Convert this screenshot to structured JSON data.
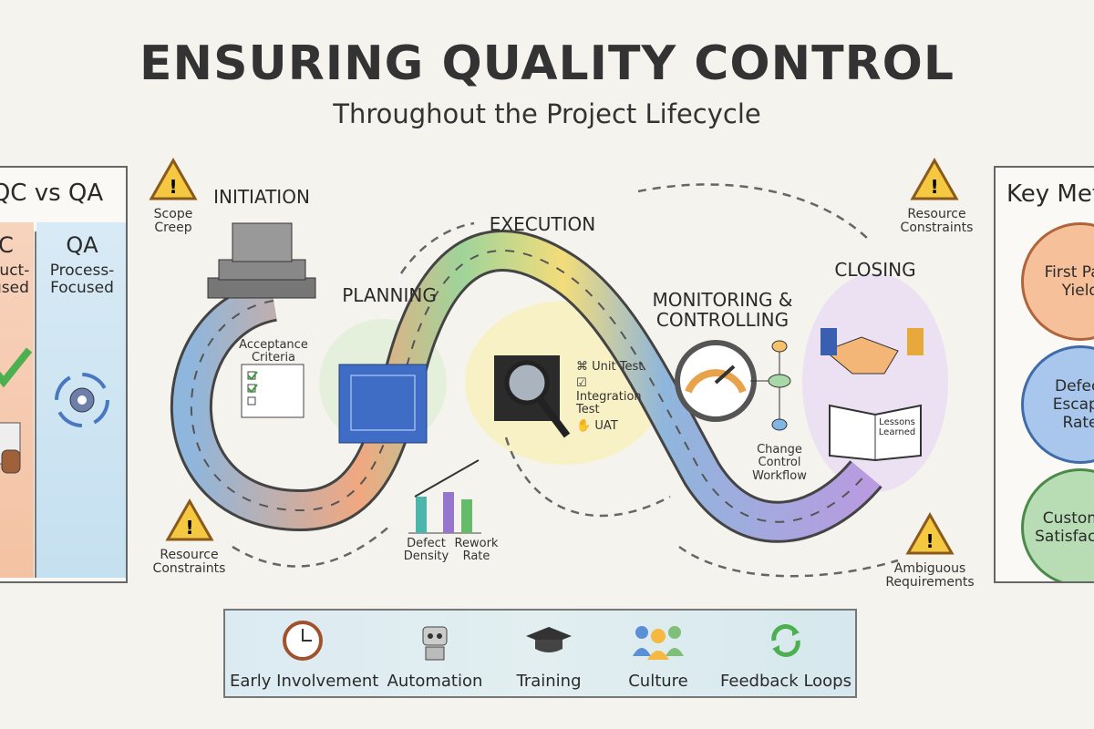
{
  "title": "ENSURING QUALITY CONTROL",
  "subtitle": "Throughout the Project Lifecycle",
  "left_panel": {
    "heading": "QC vs QA",
    "qc": {
      "title": "QC",
      "desc_line1": "Product-",
      "desc_line2": "Focused"
    },
    "qa": {
      "title": "QA",
      "desc_line1": "Process-",
      "desc_line2": "Focused"
    }
  },
  "stages": {
    "initiation": "INITIATION",
    "planning": "PLANNING",
    "execution": "EXECUTION",
    "monitoring_line1": "MONITORING &",
    "monitoring_line2": "CONTROLLING",
    "closing": "CLOSING"
  },
  "risks": [
    {
      "line1": "Scope",
      "line2": "Creep",
      "icon": "warning-icon"
    },
    {
      "line1": "Resource",
      "line2": "Constraints",
      "icon": "warning-icon"
    },
    {
      "line1": "Resource",
      "line2": "Constraints",
      "icon": "warning-icon"
    },
    {
      "line1": "Ambiguous",
      "line2": "Requirements",
      "icon": "warning-icon"
    }
  ],
  "artifacts": {
    "acceptance_line1": "Acceptance",
    "acceptance_line2": "Criteria",
    "defect_line1": "Defect",
    "defect_line2": "Density",
    "rework_line1": "Rework",
    "rework_line2": "Rate",
    "tests": [
      "Unit Test",
      "Integration Test",
      "UAT"
    ],
    "change_line1": "Change",
    "change_line2": "Control",
    "change_line3": "Workflow",
    "lessons_line1": "Lessons",
    "lessons_line2": "Learned"
  },
  "right_panel": {
    "heading": "Key Metrics",
    "metrics": [
      {
        "line1": "First Pass",
        "line2": "Yield",
        "color": "#f2a36f"
      },
      {
        "line1": "Defect",
        "line2": "Escape",
        "line3": "Rate",
        "color": "#6f9ed8"
      },
      {
        "line1": "Customer",
        "line2": "Satisfaction",
        "color": "#8cc58a"
      }
    ]
  },
  "bottom_bar": [
    {
      "label": "Early Involvement",
      "icon": "clock-icon"
    },
    {
      "label": "Automation",
      "icon": "robot-icon"
    },
    {
      "label": "Training",
      "icon": "graduation-cap-icon"
    },
    {
      "label": "Culture",
      "icon": "people-icon"
    },
    {
      "label": "Feedback Loops",
      "icon": "refresh-icon"
    }
  ]
}
